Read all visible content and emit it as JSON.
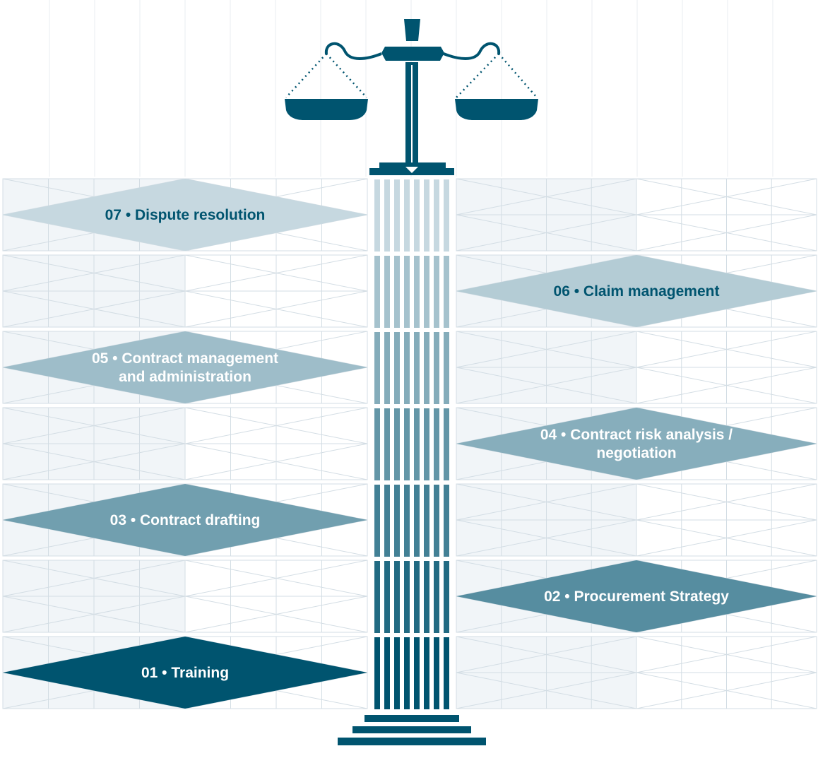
{
  "colors": {
    "primary": "#00546f",
    "grid_line": "#d3dde4",
    "panel_light": "#f1f5f8",
    "text_dark": "#00546f",
    "text_light": "#ffffff"
  },
  "services": [
    {
      "step": "07",
      "lines": [
        "07 • Dispute resolution"
      ],
      "side": "left",
      "row": 0,
      "tone": 0.12,
      "text_color": "#00546f"
    },
    {
      "step": "06",
      "lines": [
        "06 • Claim management"
      ],
      "side": "right",
      "row": 1,
      "tone": 0.2,
      "text_color": "#00546f"
    },
    {
      "step": "05",
      "lines": [
        "05 • Contract management",
        "and administration"
      ],
      "side": "left",
      "row": 2,
      "tone": 0.3,
      "text_color": "#ffffff"
    },
    {
      "step": "04",
      "lines": [
        "04 • Contract risk analysis /",
        "negotiation"
      ],
      "side": "right",
      "row": 3,
      "tone": 0.4,
      "text_color": "#ffffff"
    },
    {
      "step": "03",
      "lines": [
        "03 • Contract drafting"
      ],
      "side": "left",
      "row": 4,
      "tone": 0.5,
      "text_color": "#ffffff"
    },
    {
      "step": "02",
      "lines": [
        "02 • Procurement Strategy"
      ],
      "side": "right",
      "row": 5,
      "tone": 0.62,
      "text_color": "#ffffff"
    },
    {
      "step": "01",
      "lines": [
        "01 • Training"
      ],
      "side": "left",
      "row": 6,
      "tone": 1.0,
      "text_color": "#ffffff"
    }
  ],
  "icons": {
    "top": "scales-of-justice-icon",
    "column": "pillar-column-icon"
  }
}
